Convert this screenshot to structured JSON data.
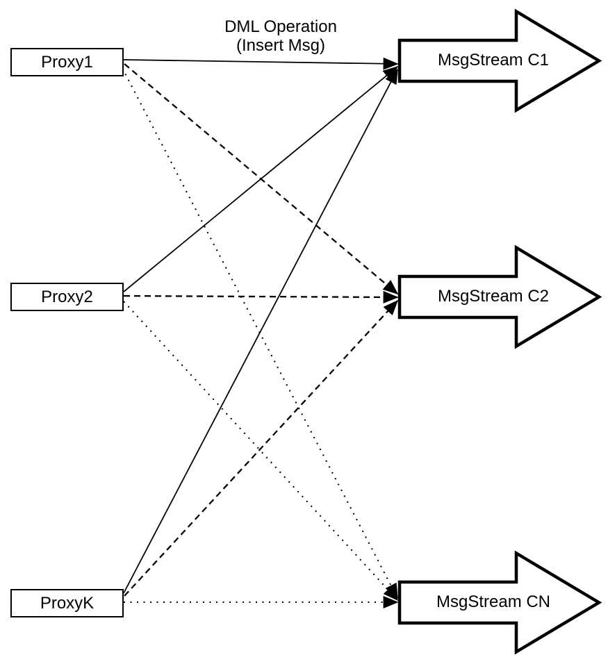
{
  "colors": {
    "background": "#ffffff",
    "stroke": "#000000",
    "shape_fill": "#ffffff"
  },
  "annotation": {
    "line1": "DML Operation",
    "line2": "(Insert Msg)"
  },
  "proxies": [
    {
      "label": "Proxy1"
    },
    {
      "label": "Proxy2"
    },
    {
      "label": "ProxyK"
    }
  ],
  "streams": [
    {
      "label": "MsgStream C1",
      "incoming_line_style": "solid"
    },
    {
      "label": "MsgStream C2",
      "incoming_line_style": "dashed"
    },
    {
      "label": "MsgStream CN",
      "incoming_line_style": "dotted"
    }
  ],
  "edges": [
    {
      "from": "Proxy1",
      "to": "MsgStream C1",
      "style": "solid"
    },
    {
      "from": "Proxy2",
      "to": "MsgStream C1",
      "style": "solid"
    },
    {
      "from": "ProxyK",
      "to": "MsgStream C1",
      "style": "solid"
    },
    {
      "from": "Proxy1",
      "to": "MsgStream C2",
      "style": "dashed"
    },
    {
      "from": "Proxy2",
      "to": "MsgStream C2",
      "style": "dashed"
    },
    {
      "from": "ProxyK",
      "to": "MsgStream C2",
      "style": "dashed"
    },
    {
      "from": "Proxy1",
      "to": "MsgStream CN",
      "style": "dotted"
    },
    {
      "from": "Proxy2",
      "to": "MsgStream CN",
      "style": "dotted"
    },
    {
      "from": "ProxyK",
      "to": "MsgStream CN",
      "style": "dotted"
    }
  ]
}
